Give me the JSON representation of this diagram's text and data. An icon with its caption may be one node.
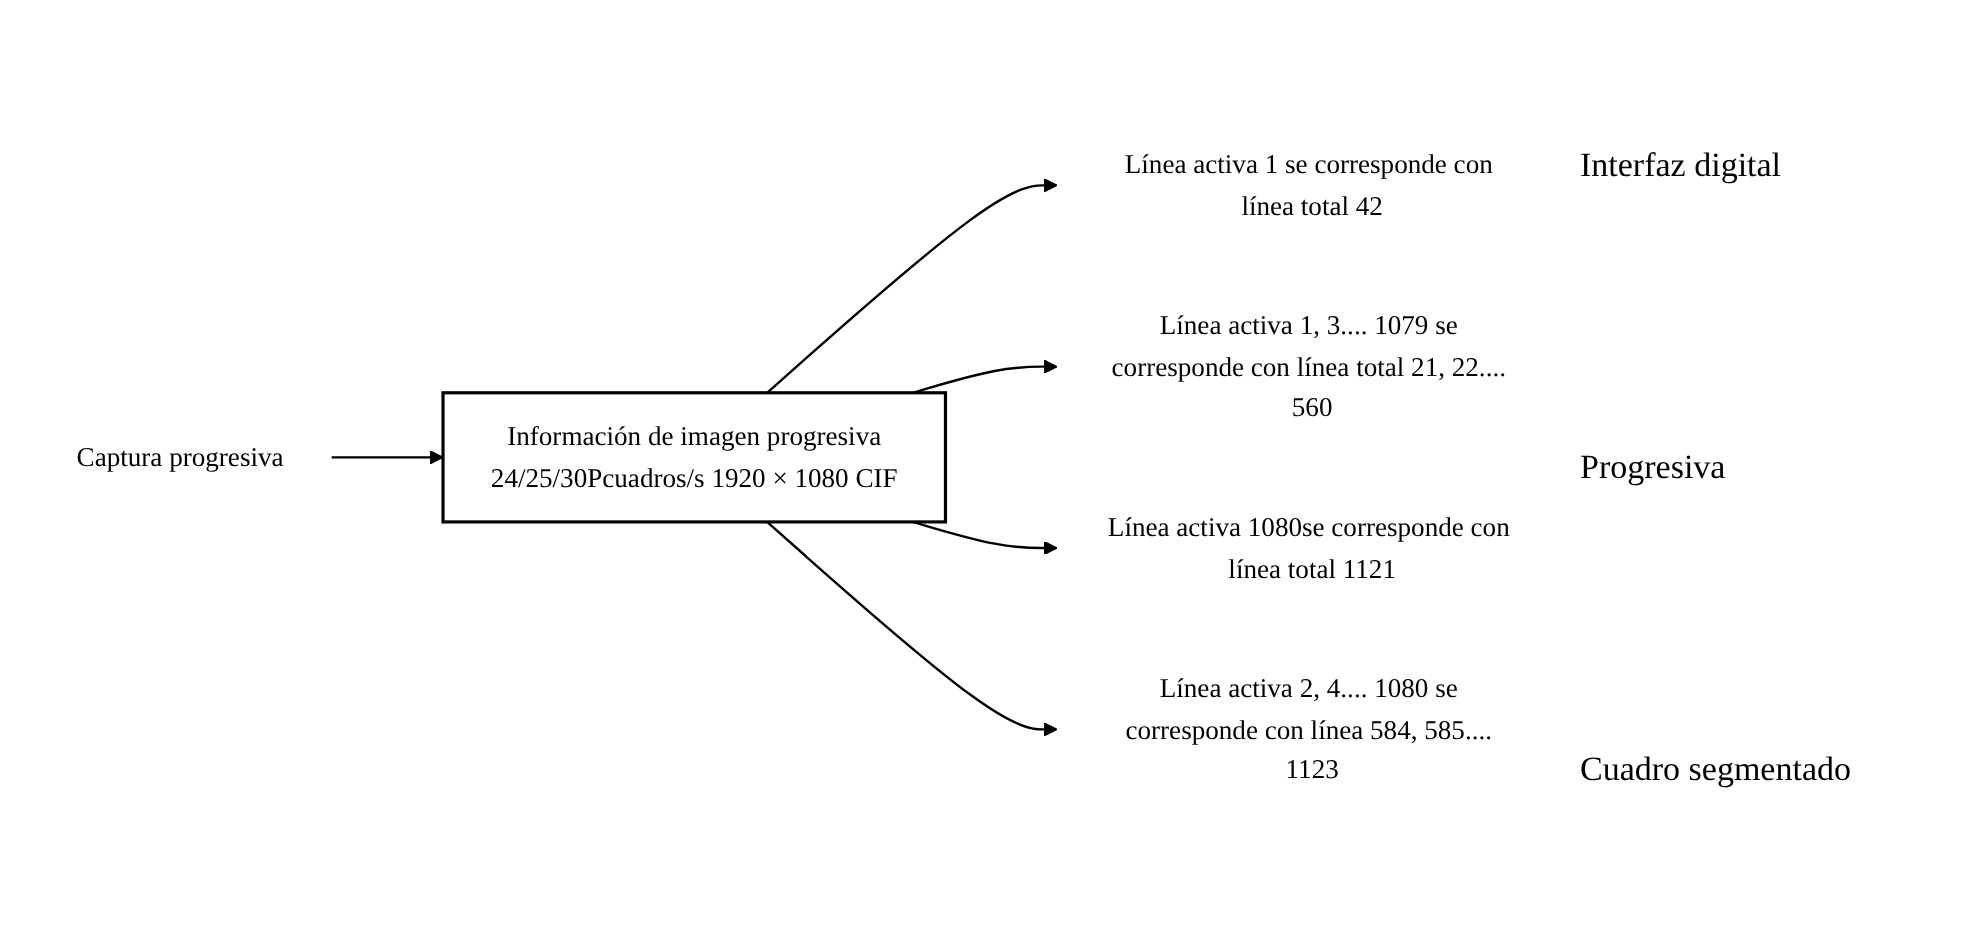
{
  "diagram": {
    "nodes": [
      {
        "text": [
          "Captura progresiva"
        ]
      },
      {
        "text": [
          "Información de imagen progresiva",
          "24/25/30Pcuadros/s 1920 × 1080 CIF"
        ]
      },
      {
        "text": [
          "Línea activa 1 se corresponde con línea total 42"
        ]
      },
      {
        "text": [
          "Línea activa 1080se corresponde con línea total 1121"
        ]
      },
      {
        "text": [
          "Línea activa 1, 3.... 1079 se corresponde con línea total 21, 22.... 560"
        ]
      },
      {
        "text": [
          "Línea activa 2, 4.... 1080 se corresponde con línea 584, 585.... 1123"
        ]
      }
    ],
    "edges": [
      {
        "from": 0,
        "to": 1,
        "arrow": "to"
      },
      {
        "from": 1,
        "to": 2,
        "arrow": "to"
      },
      {
        "from": 1,
        "to": 4,
        "arrow": "to"
      },
      {
        "from": 1,
        "to": 3,
        "arrow": "to"
      },
      {
        "from": 1,
        "to": 5,
        "arrow": "to"
      }
    ],
    "labels": [
      "Interfaz digital",
      "Progresiva",
      "Cuadro segmentado"
    ]
  }
}
